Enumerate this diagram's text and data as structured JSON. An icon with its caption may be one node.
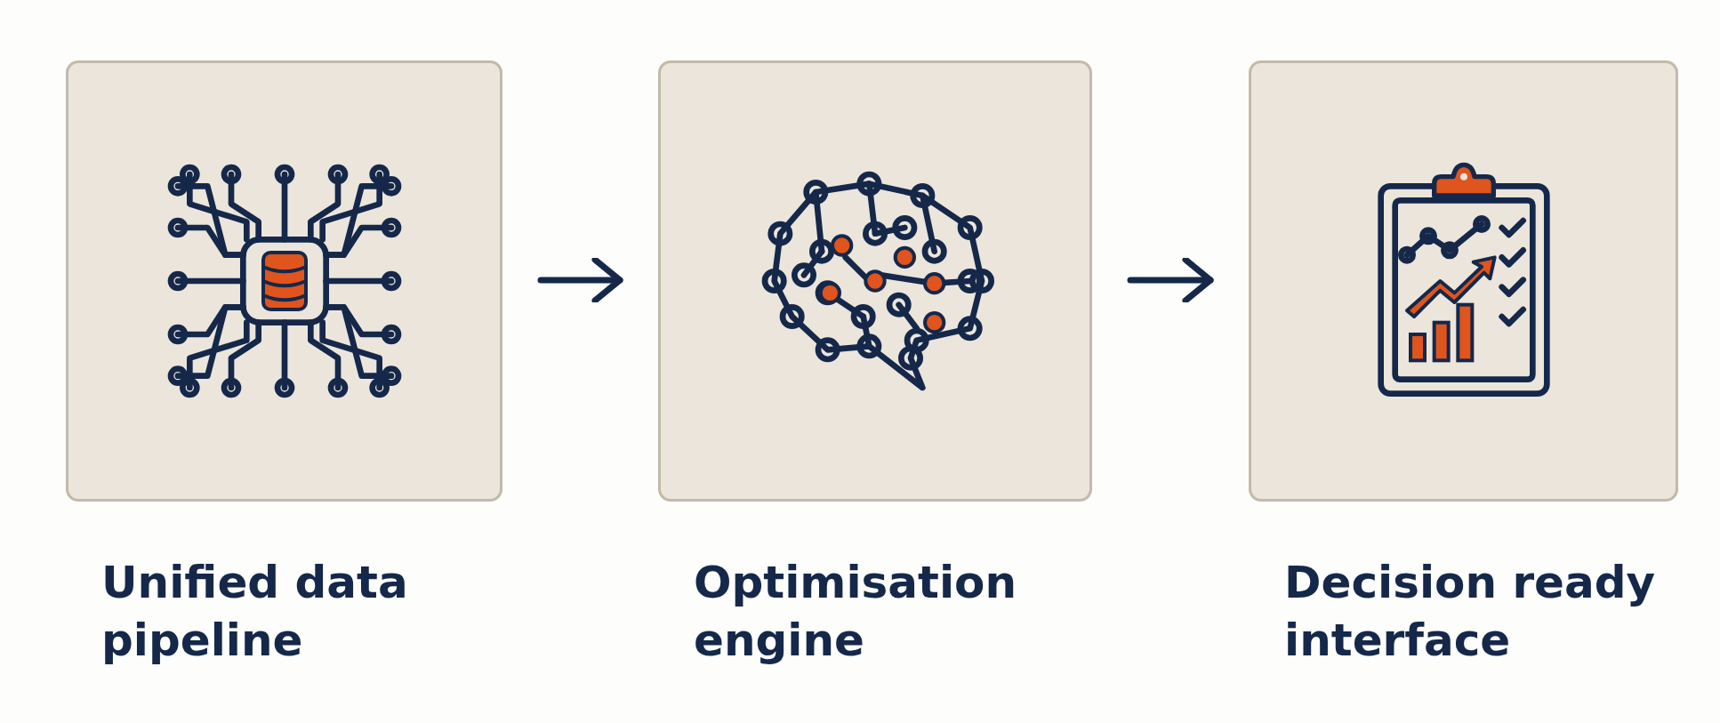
{
  "diagram": {
    "nodes": [
      {
        "text": [
          "Unified data pipeline"
        ]
      },
      {
        "text": [
          "Optimisation engine"
        ]
      },
      {
        "text": [
          "Decision ready interface"
        ]
      }
    ],
    "edges": [
      {
        "from": 0,
        "to": 1,
        "arrow": "to"
      },
      {
        "from": 1,
        "to": 2,
        "arrow": "to"
      }
    ]
  }
}
